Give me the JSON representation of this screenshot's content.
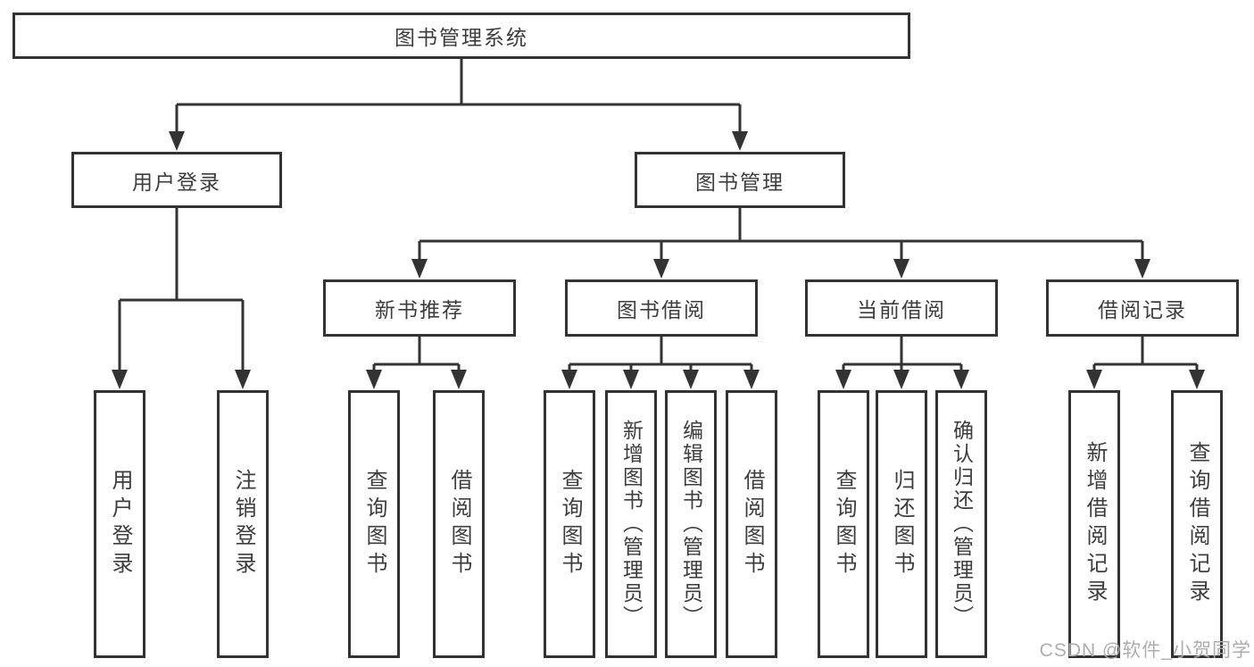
{
  "diagram_title": "图书管理系统",
  "nodes": {
    "root": "图书管理系统",
    "level2": [
      "用户登录",
      "图书管理"
    ],
    "level3": [
      "新书推荐",
      "图书借阅",
      "当前借阅",
      "借阅记录"
    ],
    "leaves": {
      "user_login": [
        "用户登录",
        "注销登录"
      ],
      "new_book_recommend": [
        "查询图书",
        "借阅图书"
      ],
      "book_borrow": [
        "查询图书",
        "新增图书（管理员）",
        "编辑图书（管理员）",
        "借阅图书"
      ],
      "current_borrow": [
        "查询图书",
        "归还图书",
        "确认归还（管理员）"
      ],
      "borrow_records": [
        "新增借阅记录",
        "查询借阅记录"
      ]
    }
  },
  "watermark": "CSDN @软件_小贺同学",
  "colors": {
    "line": "#333333",
    "text": "#3d3d3d",
    "watermark": "#adadad",
    "background": "#ffffff"
  }
}
